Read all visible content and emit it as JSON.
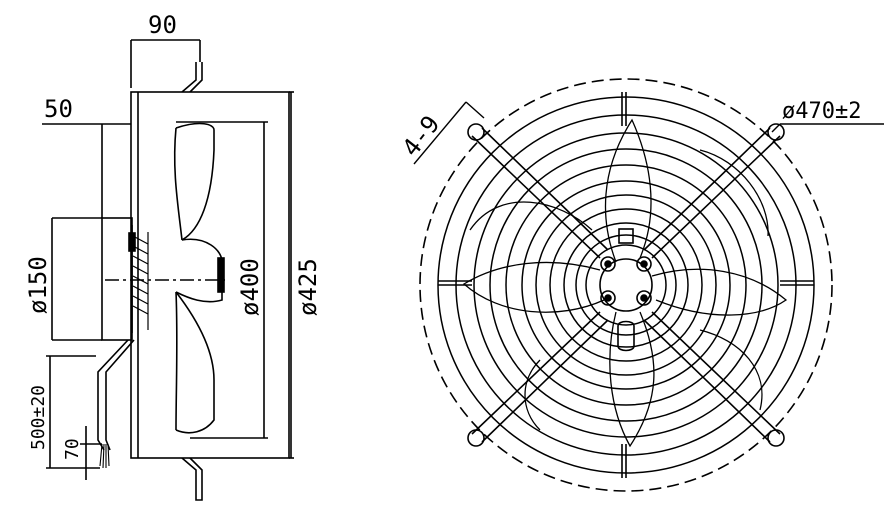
{
  "drawing": {
    "side_view": {
      "dim_depth": "90",
      "dim_motor_offset": "50",
      "dim_motor_diameter": "ø150",
      "dim_blade_diameter": "ø400",
      "dim_frame_diameter": "ø425",
      "dim_cable_length": "500±20",
      "dim_cable_strip": "70"
    },
    "front_view": {
      "dim_mount_holes": "4-9",
      "dim_mount_circle": "ø470±2"
    }
  },
  "colors": {
    "line": "#000000",
    "background": "#ffffff"
  }
}
